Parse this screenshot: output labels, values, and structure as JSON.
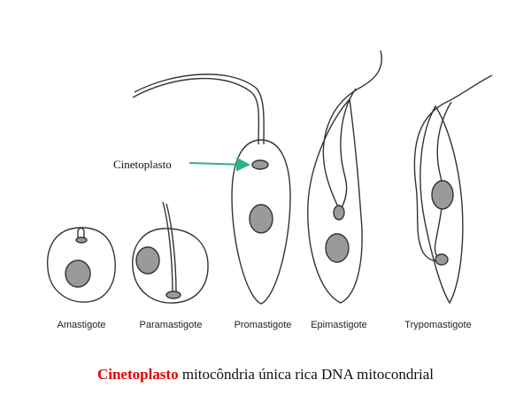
{
  "diagram": {
    "pointer_label": "Cinetoplasto",
    "stages": [
      {
        "label": "Amastigote"
      },
      {
        "label": "Paramastigote"
      },
      {
        "label": "Promastigote"
      },
      {
        "label": "Epimastigote"
      },
      {
        "label": "Trypomastigote"
      }
    ]
  },
  "caption": {
    "term": "Cinetoplasto",
    "definition": "mitocôndria única rica DNA mitocondrial"
  },
  "colors": {
    "outline": "#333333",
    "organelle": "#9a9a9a",
    "arrow": "#2fb08a",
    "term": "#e00000"
  }
}
